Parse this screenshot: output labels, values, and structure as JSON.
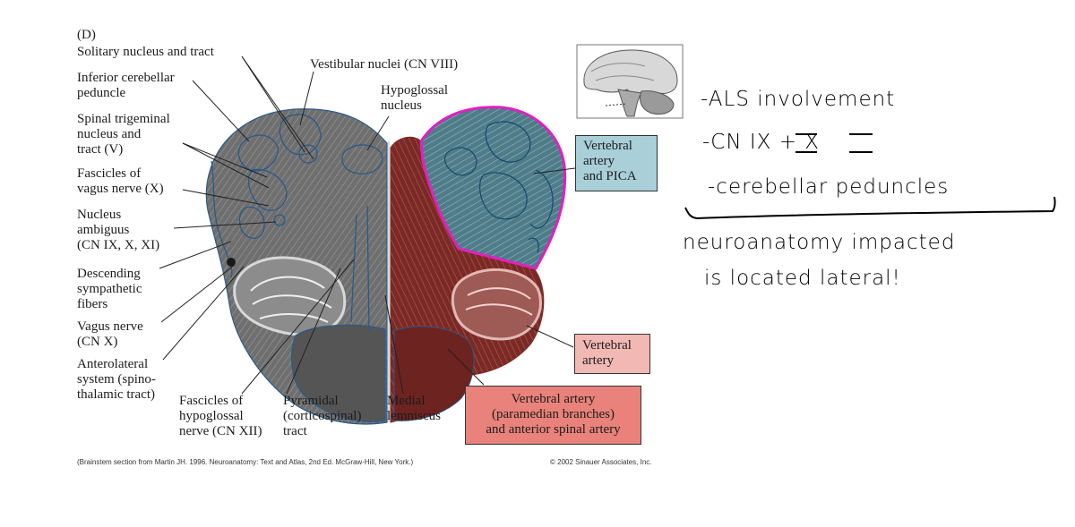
{
  "figure": {
    "panel_letter": "(D)",
    "left_labels": {
      "solitary": "Solitary nucleus and tract",
      "inferior_peduncle": "Inferior cerebellar\npeduncle",
      "spinal_trigeminal": "Spinal trigeminal\nnucleus and\ntract (V)",
      "fascicles_vagus": "Fascicles of\nvagus nerve (X)",
      "nucleus_ambiguus": "Nucleus\nambiguus\n(CN IX, X, XI)",
      "descending_sympathetic": "Descending\nsympathetic\nfibers",
      "vagus_nerve": "Vagus nerve\n(CN X)",
      "anterolateral": "Anterolateral\nsystem (spino-\nthalamic tract)"
    },
    "top_labels": {
      "vestibular": "Vestibular nuclei (CN VIII)",
      "hypoglossal_nucleus": "Hypoglossal\nnucleus"
    },
    "bottom_labels": {
      "fascicles_hypoglossal": "Fascicles of\nhypoglossal\nnerve (CN XII)",
      "pyramidal": "Pyramidal\n(corticospinal)\ntract",
      "medial_lemniscus": "Medial\nlemniscus"
    },
    "boxes": {
      "vertebral_pica": "Vertebral\nartery\nand PICA",
      "vertebral_artery": "Vertebral\nartery",
      "paramedian": "Vertebral artery\n(paramedian branches)\nand anterior spinal artery"
    },
    "credits": {
      "left": "(Brainstem section from Martin JH. 1996. Neuroanatomy: Text and Atlas, 2nd Ed. McGraw-Hill, New York.)",
      "right": "© 2002 Sinauer Associates, Inc."
    },
    "colors": {
      "pica_fill": "#8fc3cf",
      "paramedian_fill": "#c0413a",
      "vertebral_box": "#f2b8b4",
      "paramedian_box": "#e9827a",
      "pica_box": "#a9cfd9",
      "highlight_outline": "#e020c0",
      "tract_outline": "#2a5a8a"
    }
  },
  "notes": {
    "line1": "-ALS involvement",
    "line2": "-CN IX + X",
    "line3": "-cerebellar peduncles",
    "line4": "neuroanatomy impacted",
    "line5": "is located lateral!"
  }
}
